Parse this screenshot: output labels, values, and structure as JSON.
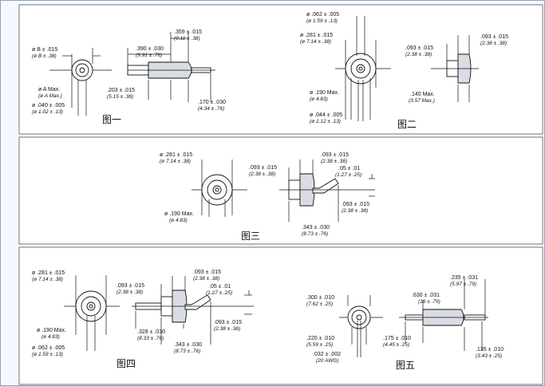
{
  "fig1": {
    "caption": "图一",
    "labels": {
      "b_dia": "ø B ± .015",
      "b_dia_mm": "(ø B ± .38)",
      "a_max": "ø A Max.",
      "a_max_mm": "(ø A Max.)",
      "d040": "ø .040 ± .005",
      "d040_mm": "(ø 1.02 ± .13)",
      "l390": ".390 ± .030",
      "l390_mm": "(9.91 ± .76)",
      "l359": ".359 ± .015",
      "l359_mm": "(9.11 ± .38)",
      "l203": ".203 ± .015",
      "l203_mm": "(5.15 ± .38)",
      "l170": ".170 ± .030",
      "l170_mm": "(4.34 ± .76)"
    }
  },
  "fig2": {
    "caption": "图二",
    "labels": {
      "d062": "ø .062 ± .005",
      "d062_mm": "(ø 1.59 ± .13)",
      "d281": "ø .281 ± .015",
      "d281_mm": "(ø 7.14 ± .38)",
      "d190": "ø .190 Max.",
      "d190_mm": "(ø 4.83)",
      "d044": "ø .044 ± .005",
      "d044_mm": "(ø 1.12 ± .13)",
      "l093a": ".093 ± .015",
      "l093a_mm": "(2.38 ± .38)",
      "l093b": ".093 ± .015",
      "l093b_mm": "(2.38 ± .38)",
      "l140": ".140 Max.",
      "l140_mm": "(3.57 Max.)"
    }
  },
  "fig3": {
    "caption": "图三",
    "labels": {
      "d281": "ø .281 ± .015",
      "d281_mm": "(ø 7.14 ± .38)",
      "d190": "ø .190 Max.",
      "d190_mm": "(ø 4.83)",
      "l093a": ".093 ± .015",
      "l093a_mm": "(2.38 ± .38)",
      "l093b": ".093 ± .015",
      "l093b_mm": "(2.38 ± .38)",
      "l05": ".05 ± .01",
      "l05_mm": "(1.27 ± .25)",
      "l093c": ".093 ± .015",
      "l093c_mm": "(2.38 ± .38)",
      "l343": ".343 ± .030",
      "l343_mm": "(8.73 ± .76)"
    }
  },
  "fig4": {
    "caption": "图四",
    "labels": {
      "d281": "ø .281 ± .015",
      "d281_mm": "(ø 7.14 ± .38)",
      "d190": "ø .190 Max.",
      "d190_mm": "(ø 4.83)",
      "d062": "ø .062 ± .005",
      "d062_mm": "(ø 1.59 ± .13)",
      "l093a": ".093 ± .015",
      "l093a_mm": "(2.38 ± .38)",
      "l093b": ".093 ± .015",
      "l093b_mm": "(2.38 ± .38)",
      "l05": ".05 ± .01",
      "l05_mm": "(1.27 ± .25)",
      "l328": ".328 ± .030",
      "l328_mm": "(8.33 ± .76)",
      "l343": ".343 ± .030",
      "l343_mm": "(8.73 ± .76)",
      "l093c": ".093 ± .015",
      "l093c_mm": "(2.38 ± .38)"
    }
  },
  "fig5": {
    "caption": "图五",
    "labels": {
      "l300": ".300 ± .010",
      "l300_mm": "(7.62 ± .25)",
      "l220": ".220 ± .010",
      "l220_mm": "(5.59 ± .25)",
      "l032": ".032 ± .002",
      "l032_mm": "(20 AWG)",
      "l630": ".630 ± .031",
      "l630_mm": "(16 ± .79)",
      "l235": ".235 ± .031",
      "l235_mm": "(5.97 ± .79)",
      "l175": ".175 ± .010",
      "l175_mm": "(4.45 ± .25)",
      "l135": ".135 ± .010",
      "l135_mm": "(3.43 ± .25)"
    }
  }
}
